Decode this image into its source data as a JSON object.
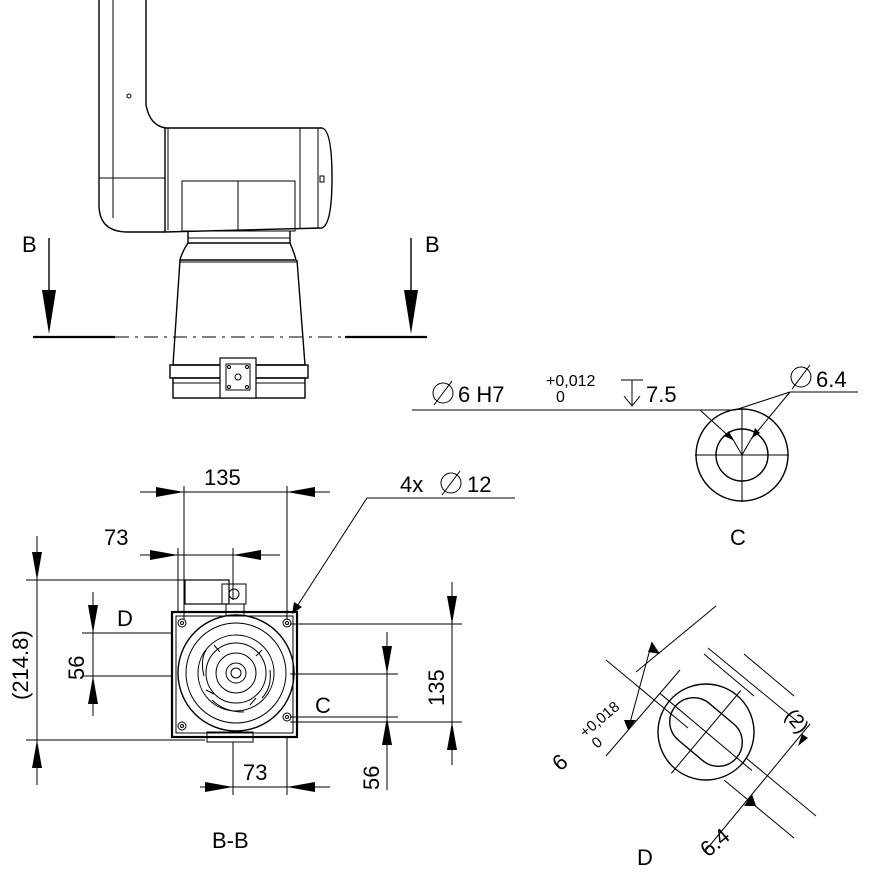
{
  "labels": {
    "section_b_left": "B",
    "section_b_right": "B",
    "section_title": "B-B",
    "detail_c": "C",
    "detail_c_callout": "C",
    "detail_d": "D",
    "detail_d_callout": "D"
  },
  "dimensions": {
    "top_135": "135",
    "top_73": "73",
    "bottom_73": "73",
    "height_214_8": "(214.8)",
    "left_56": "56",
    "right_135": "135",
    "right_56": "56",
    "hole_4x": "4x",
    "hole_dia": "12"
  },
  "detail_c": {
    "dia_6": "6 H7",
    "tol_upper": "+0,012",
    "tol_lower": "0",
    "depth": "7.5",
    "dia_6_4": "6.4"
  },
  "detail_d": {
    "width_6": "6",
    "tol_upper": "+0,018",
    "tol_lower": "0",
    "width_6_4": "6.4",
    "ref_2": "(2)"
  }
}
